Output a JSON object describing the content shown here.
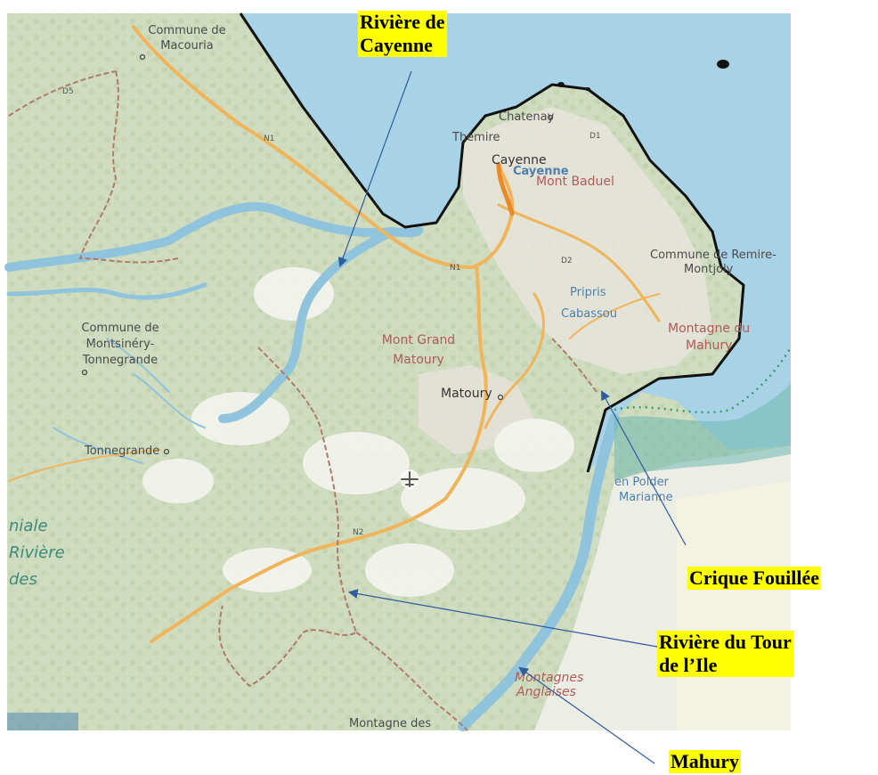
{
  "map": {
    "place_labels": {
      "macouria": [
        "Commune de",
        "Macouria"
      ],
      "cayenne_small": "Cayenne",
      "cayenne_blue": "Cayenne",
      "mont_baduel": "Mont Baduel",
      "chatenay": "Chatenay",
      "themire": "Thémire",
      "remire": [
        "Commune de Remire-",
        "Montjoly"
      ],
      "pripris": [
        "Pripris",
        "Cabassou"
      ],
      "montagne_mahury": [
        "Montagne du",
        "Mahury"
      ],
      "mont_grand_matoury": [
        "Mont Grand",
        "Matoury"
      ],
      "matoury": "Matoury",
      "montsinery": [
        "Commune de",
        "Montsinéry-",
        "Tonnegrande"
      ],
      "tonnegrande": "Tonnegrande",
      "polder": [
        "en Polder",
        "Marianne"
      ],
      "montagnes_anglaises": [
        "Montagnes",
        "Anglaises"
      ],
      "montagne_des": "Montagne des",
      "riviere_edge": [
        "niale",
        "Rivière",
        "des"
      ],
      "road_n1": "N1",
      "road_n1b": "N1",
      "road_n2": "N2",
      "road_d1": "D1",
      "road_d2": "D2",
      "road_d5": "D5"
    }
  },
  "callouts": {
    "riviere_cayenne": [
      "Rivière de",
      "Cayenne"
    ],
    "crique_fouillee": "Crique Fouillée",
    "riviere_tour": [
      "Rivière du Tour",
      "de l’Ile"
    ],
    "mahury": "Mahury"
  },
  "colors": {
    "sea": "#a8d3e6",
    "land": "#dfe6d2",
    "forest": "#c8d7b8",
    "river": "#8fc4dc",
    "road": "#f0b45a",
    "border": "#b07a6a",
    "callout_bg": "#ffff00",
    "arrow": "#2f5c9c"
  }
}
